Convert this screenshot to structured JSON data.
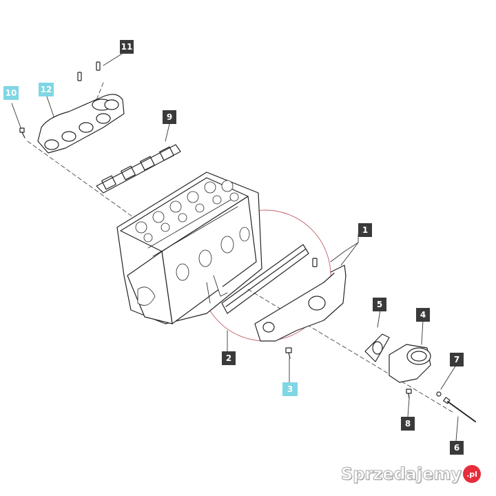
{
  "callouts": [
    {
      "id": "1",
      "label": "1",
      "style": "dark"
    },
    {
      "id": "2",
      "label": "2",
      "style": "dark"
    },
    {
      "id": "3",
      "label": "3",
      "style": "highlight"
    },
    {
      "id": "4",
      "label": "4",
      "style": "dark"
    },
    {
      "id": "5",
      "label": "5",
      "style": "dark"
    },
    {
      "id": "6",
      "label": "6",
      "style": "dark"
    },
    {
      "id": "7",
      "label": "7",
      "style": "dark"
    },
    {
      "id": "8",
      "label": "8",
      "style": "dark"
    },
    {
      "id": "9",
      "label": "9",
      "style": "dark"
    },
    {
      "id": "10",
      "label": "10",
      "style": "highlight"
    },
    {
      "id": "11",
      "label": "11",
      "style": "dark"
    },
    {
      "id": "12",
      "label": "12",
      "style": "highlight"
    }
  ],
  "watermark": {
    "text": "Sprzedajemy",
    "suffix": ".pl"
  },
  "colors": {
    "callout_dark": "#3a3a3a",
    "callout_highlight": "#7fd6e4",
    "line": "#222222",
    "circle": "#c0606a",
    "watermark_dot": "#e52d3b"
  }
}
